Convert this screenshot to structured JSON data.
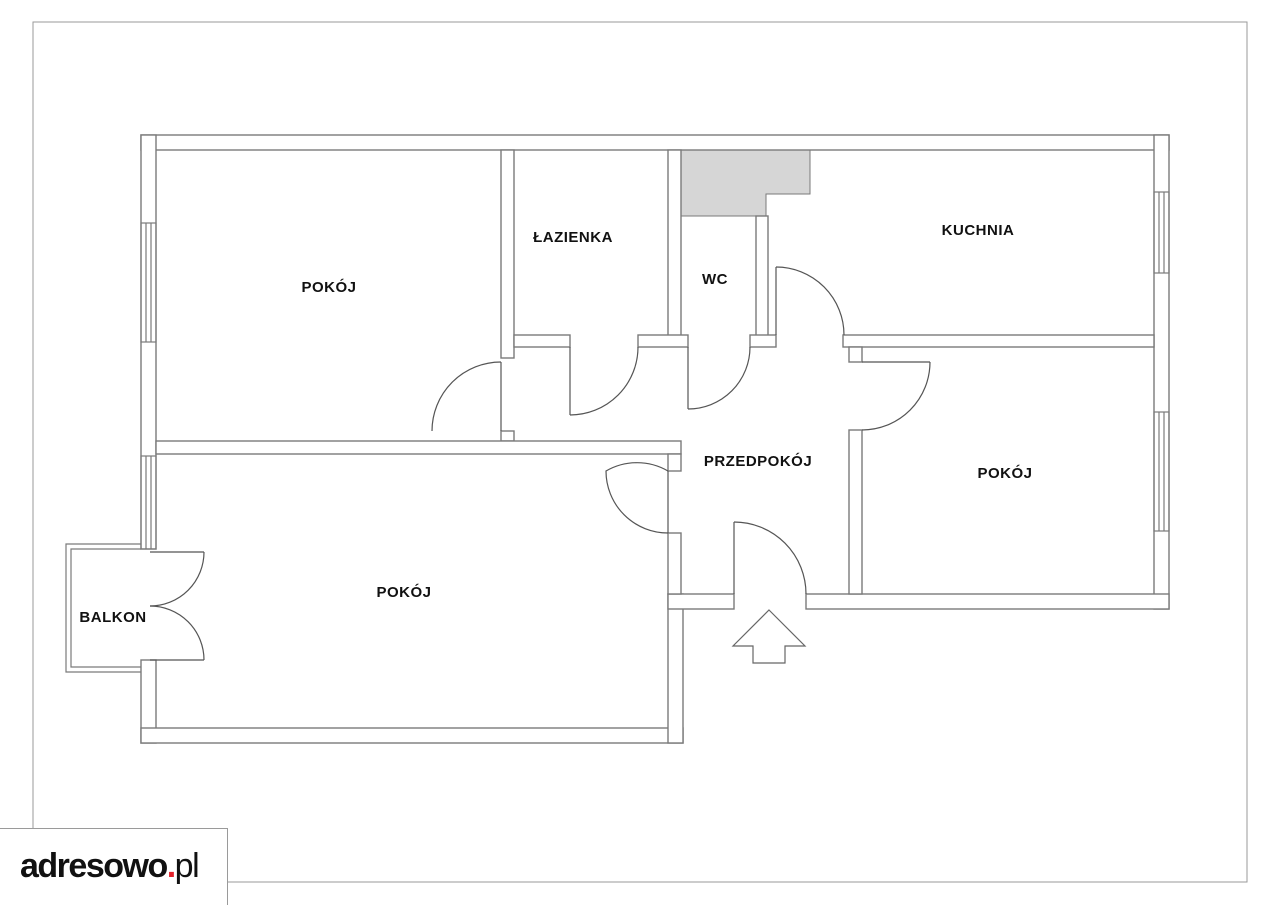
{
  "rooms": {
    "room_top_left": "POKÓJ",
    "bathroom": "ŁAZIENKA",
    "wc": "WC",
    "kitchen": "KUCHNIA",
    "hallway": "PRZEDPOKÓJ",
    "room_right": "POKÓJ",
    "room_bottom": "POKÓJ",
    "balcony": "BALKON"
  },
  "logo": {
    "name": "adresowo",
    "dot": ".",
    "tld": "pl"
  }
}
